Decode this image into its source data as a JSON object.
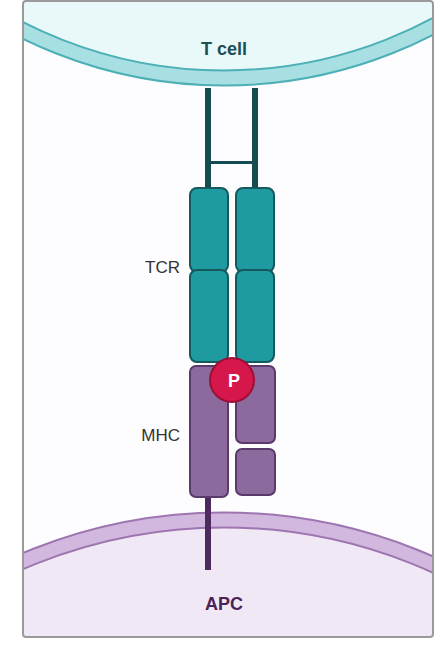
{
  "diagram": {
    "nodes": [
      {
        "text": [
          "T cell"
        ]
      },
      {
        "text": [
          "TCR"
        ]
      },
      {
        "text": [
          "P"
        ]
      },
      {
        "text": [
          "MHC"
        ]
      },
      {
        "text": [
          "APC"
        ]
      }
    ]
  }
}
